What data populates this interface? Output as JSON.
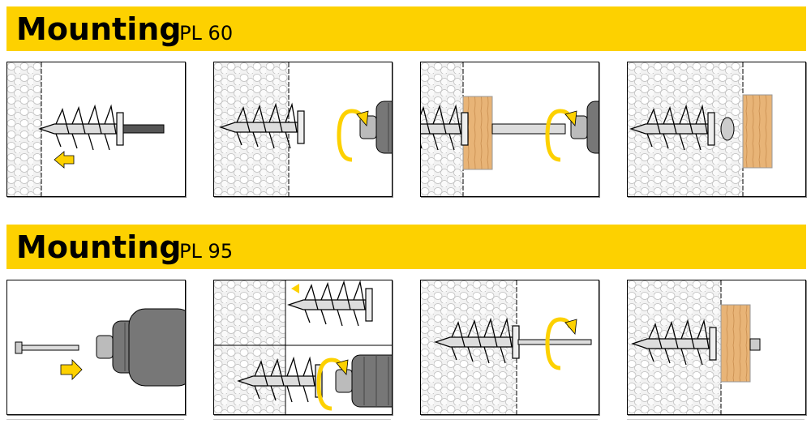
{
  "sections": [
    {
      "title": "Mounting",
      "subtitle": "IPL 60"
    },
    {
      "title": "Mounting",
      "subtitle": "IPL 95"
    }
  ],
  "colors": {
    "accent": "#FDD100",
    "wood": "#E8B477",
    "drill": "#7a7a7a"
  }
}
